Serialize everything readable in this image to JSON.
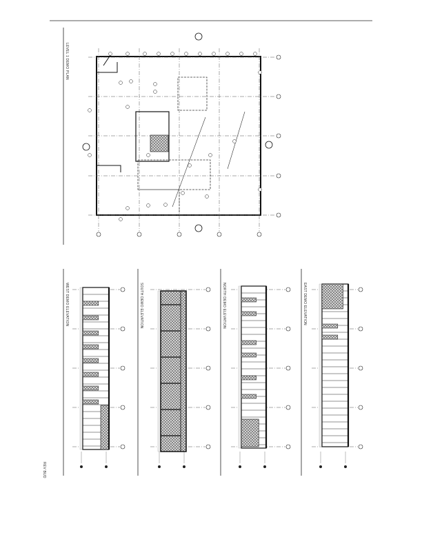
{
  "sheet": {
    "plan_title": "LEVEL 1 DEMO PLAN",
    "revision_label": "REV BUD"
  },
  "elevations": [
    {
      "title": "WEST DEMO ELEVATION"
    },
    {
      "title": "SOUTH DEMO ELEVATION"
    },
    {
      "title": "NORTH DEMO ELEVATION"
    },
    {
      "title": "EAST DEMO ELEVATION"
    }
  ],
  "colors": {
    "line": "#111111",
    "grid": "#555555",
    "hatch": "#888888"
  }
}
